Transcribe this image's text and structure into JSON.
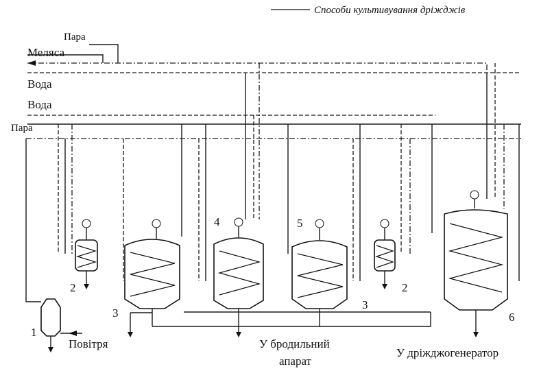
{
  "header": {
    "title": "Способи культивування дріжджів"
  },
  "inputs": {
    "steam_top": "Пара",
    "molasses": "Меляса",
    "water_1": "Вода",
    "water_2": "Вода",
    "steam_left": "Пара"
  },
  "outputs": {
    "air": "Повітря",
    "fermenter_line1": "У бродильний",
    "fermenter_line2": "апарат",
    "yeast_generator": "У дріжджогенератор"
  },
  "equipment_numbers": {
    "filter": "1",
    "small_left": "2",
    "small_right": "2",
    "tank_a": "3",
    "tank_b": "3",
    "tank_center": "4",
    "tank_c": "5",
    "generator": "6"
  }
}
